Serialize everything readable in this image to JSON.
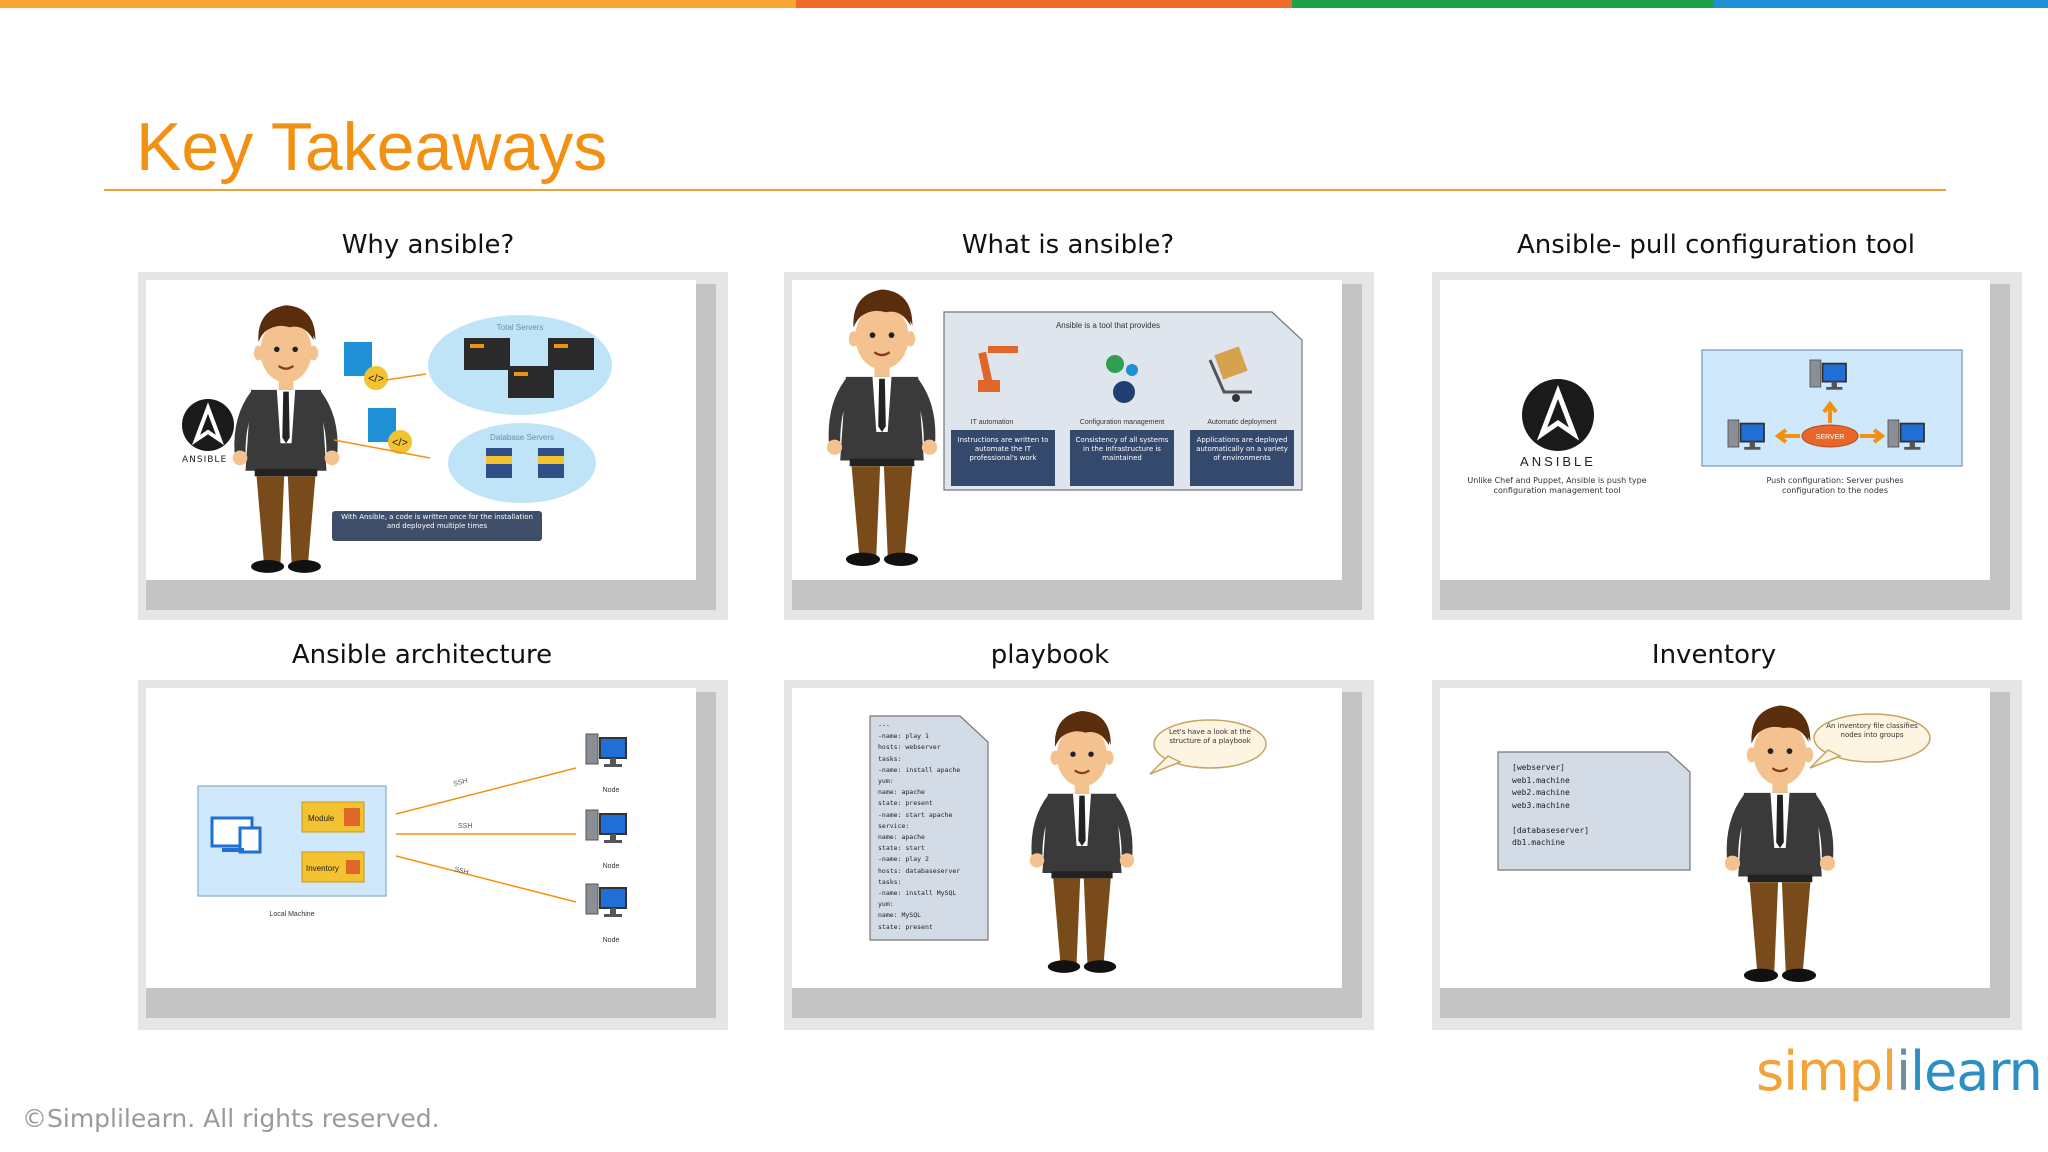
{
  "colors": {
    "accent": "#f29111",
    "bar": [
      "#f9a533",
      "#ef6b2b",
      "#1fa14a",
      "#1f8fd6"
    ]
  },
  "slide": {
    "title": "Key Takeaways",
    "copyright": "©Simplilearn. All rights reserved.",
    "logo_part1": "simpl",
    "logo_part2": "i",
    "logo_part3": "learn"
  },
  "cards": [
    {
      "caption": "Why ansible?",
      "ansible_text": "ANSIBLE",
      "bubble1": "Total Servers",
      "bubble2": "Database Servers",
      "note": "With Ansible, a code is written once for the installation and deployed multiple times"
    },
    {
      "caption": "What is ansible?",
      "header": "Ansible is a tool that provides",
      "col1_title": "IT automation",
      "col2_title": "Configuration management",
      "col3_title": "Automatic deployment",
      "col1_text": "Instructions are written to automate the IT professional's work",
      "col2_text": "Consistency of all systems in the infrastructure is maintained",
      "col3_text": "Applications are deployed automatically on a variety of environments"
    },
    {
      "caption": "Ansible- pull configuration tool",
      "ansible_text": "ANSIBLE",
      "left_note": "Unlike Chef and Puppet, Ansible is push type configuration management tool",
      "server_label": "SERVER",
      "right_note": "Push configuration: Server pushes configuration to the nodes"
    },
    {
      "caption": "Ansible architecture",
      "module_label": "Module",
      "inventory_label": "Inventory",
      "local_label": "Local Machine",
      "ssh_label": "SSH",
      "node_label": "Node"
    },
    {
      "caption": "playbook",
      "bubble": "Let's have a look at the structure of a playbook",
      "code_lines": [
        "---",
        "-name: play 1",
        "hosts: webserver",
        "tasks:",
        "-name: install apache",
        "yum:",
        "name: apache",
        "state: present",
        "-name: start apache",
        "service:",
        "name: apache",
        "state: start",
        "-name: play 2",
        "hosts: databaseserver",
        "tasks:",
        "-name: install MySQL",
        "yum:",
        "name: MySQL",
        "state: present"
      ]
    },
    {
      "caption": "Inventory",
      "bubble": "An inventory file classifies nodes into groups",
      "inv_lines": [
        "[webserver]",
        "web1.machine",
        "web2.machine",
        "web3.machine",
        "",
        "[databaseserver]",
        "db1.machine"
      ]
    }
  ]
}
